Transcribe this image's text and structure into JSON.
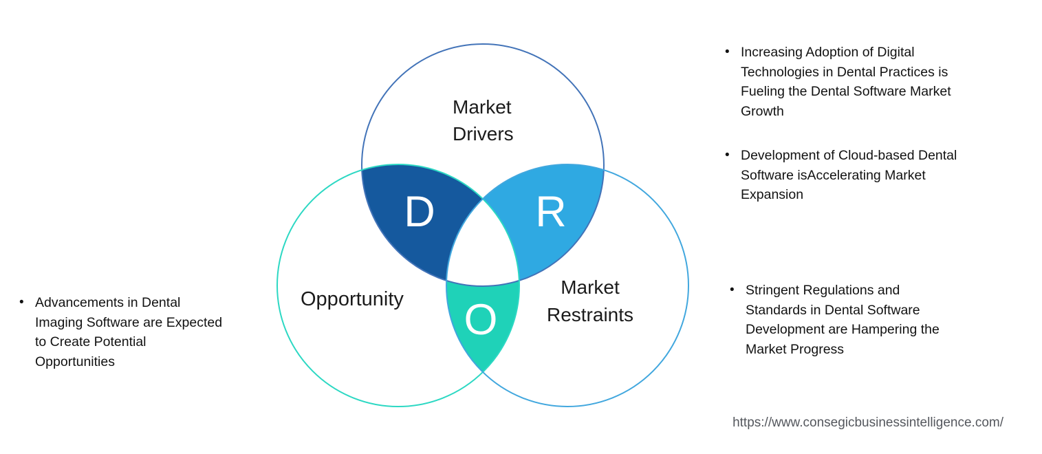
{
  "glyphs": {
    "bullet": "•"
  },
  "venn": {
    "drivers": {
      "letter": "D",
      "label": "Market\nDrivers"
    },
    "restraints": {
      "letter": "R",
      "label": "Market\nRestraints"
    },
    "opportunity": {
      "letter": "O",
      "label": "Opportunity"
    },
    "colors": {
      "drivers_fill": "#15599E",
      "restraints_fill": "#2FA9E2",
      "opportunity_fill": "#1FD2B8",
      "drivers_stroke": "#4273B8",
      "restraints_stroke": "#41A7DE",
      "opportunity_stroke": "#2CD8C3",
      "letter_color": "#FFFFFF",
      "center_fill": "#FFFFFF"
    }
  },
  "left_column": {
    "bullets": [
      {
        "text": "Advancements in Dental\nImaging Software are Expected\nto Create Potential\nOpportunities"
      }
    ]
  },
  "right_column": {
    "bullets": [
      {
        "text": "Increasing Adoption of Digital\nTechnologies in Dental Practices is\nFueling the Dental Software Market\nGrowth"
      },
      {
        "text": "Development of Cloud-based Dental\nSoftware isAccelerating Market\nExpansion"
      },
      {
        "text": "Stringent Regulations and\nStandards in Dental Software\nDevelopment are Hampering the\nMarket Progress"
      }
    ]
  },
  "footer": {
    "url": "https://www.consegicbusinessintelligence.com/"
  }
}
